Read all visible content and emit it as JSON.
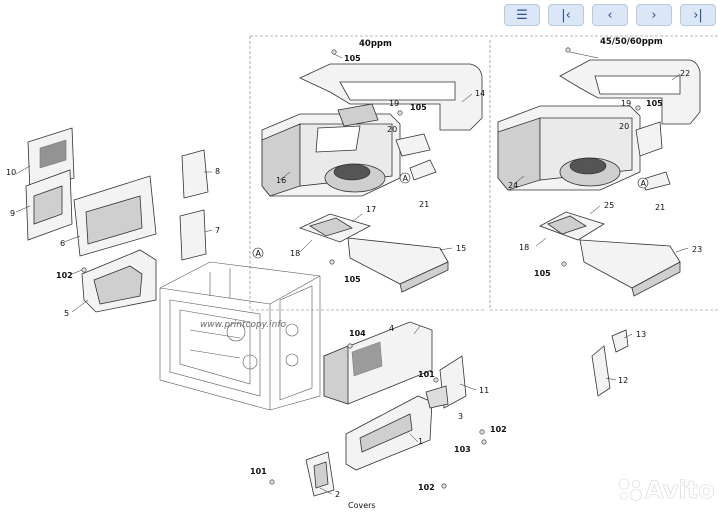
{
  "toolbar": {
    "menu_icon": "list-icon",
    "first_icon": "first-page-icon",
    "prev_icon": "previous-page-icon",
    "next_icon": "next-page-icon",
    "last_icon": "last-page-icon"
  },
  "diagram": {
    "model_a_header": "40ppm",
    "model_b_header": "45/50/60ppm",
    "caption": "Covers",
    "watermark": "www.printcopy.info",
    "callout_a": "A",
    "part_labels": {
      "p1": "1",
      "p2": "2",
      "p3": "3",
      "p4": "4",
      "p5": "5",
      "p6": "6",
      "p7": "7",
      "p8": "8",
      "p9": "9",
      "p10": "10",
      "p11": "11",
      "p12": "12",
      "p13": "13",
      "p14": "14",
      "p15": "15",
      "p16": "16",
      "p17": "17",
      "p18a": "18",
      "p18b": "18",
      "p19a": "19",
      "p19b": "19",
      "p20a": "20",
      "p20b": "20",
      "p21a": "21",
      "p21b": "21",
      "p22": "22",
      "p23": "23",
      "p24": "24",
      "p25": "25",
      "s101a": "101",
      "s101b": "101",
      "s102a": "102",
      "s102b": "102",
      "s102c": "102",
      "s103": "103",
      "s104": "104",
      "s105a": "105",
      "s105b": "105",
      "s105c": "105",
      "s105d": "105",
      "s105e": "105"
    }
  },
  "branding": {
    "logo_text": "Avito",
    "logo_icon": "avito-dots-icon"
  }
}
